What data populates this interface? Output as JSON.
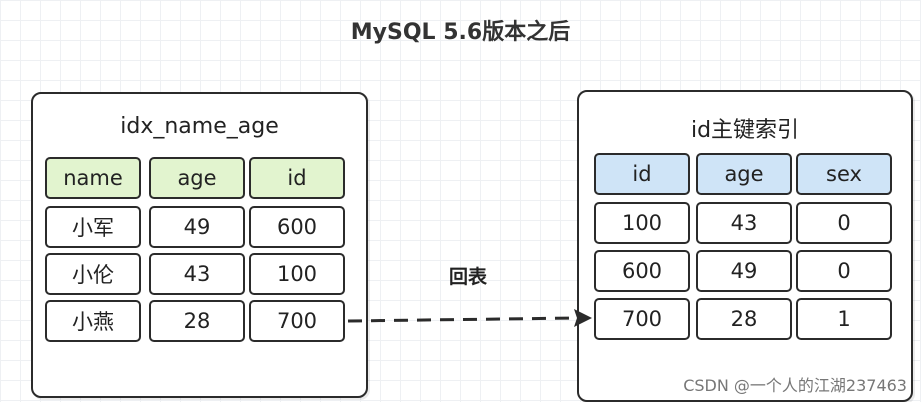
{
  "title": "MySQL 5.6版本之后",
  "left_panel": {
    "title": "idx_name_age",
    "headers": [
      "name",
      "age",
      "id"
    ],
    "rows": [
      [
        "小军",
        "49",
        "600"
      ],
      [
        "小伦",
        "43",
        "100"
      ],
      [
        "小燕",
        "28",
        "700"
      ]
    ]
  },
  "right_panel": {
    "title": "id主键索引",
    "headers": [
      "id",
      "age",
      "sex"
    ],
    "rows": [
      [
        "100",
        "43",
        "0"
      ],
      [
        "600",
        "49",
        "0"
      ],
      [
        "700",
        "28",
        "1"
      ]
    ]
  },
  "arrow_label": "回表",
  "watermark": "CSDN @一个人的江湖237463",
  "colors": {
    "left_header": "#e2f4cf",
    "right_header": "#cfe4f7",
    "border": "#2b2b2b"
  }
}
